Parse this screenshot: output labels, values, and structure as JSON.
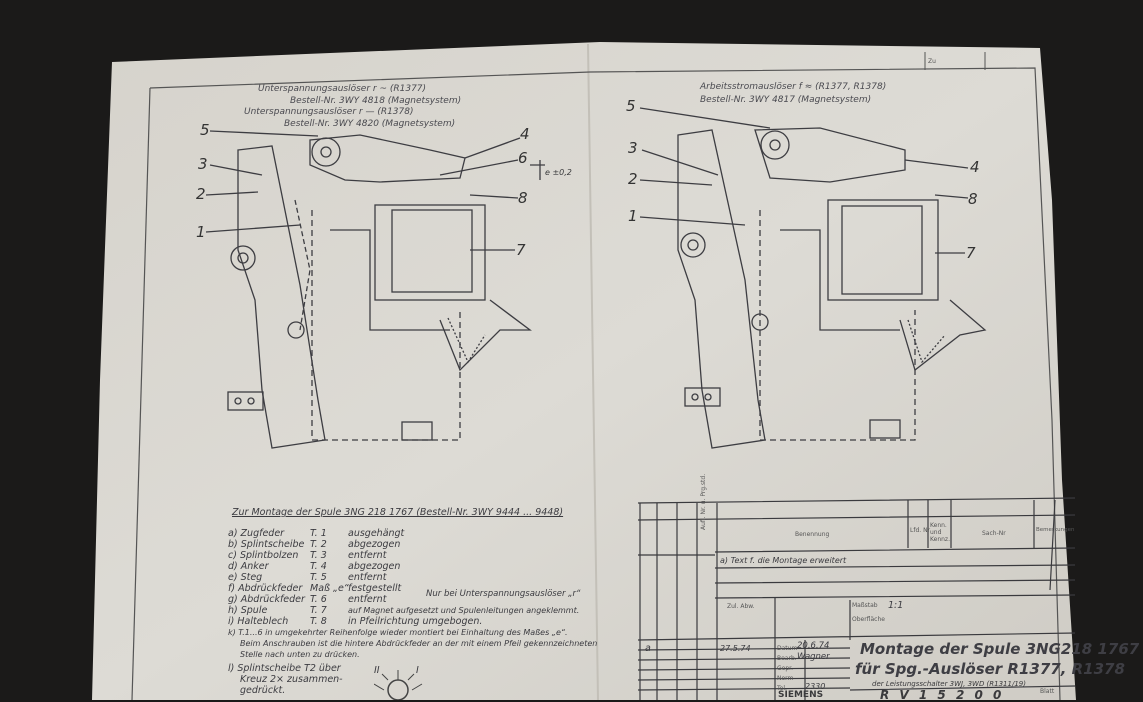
{
  "left_header": {
    "line1": "Unterspannungsauslöser r ~ (R1377)",
    "line2": "Bestell-Nr. 3WY 4818 (Magnetsystem)",
    "line3": "Unterspannungsauslöser r — (R1378)",
    "line4": "Bestell-Nr. 3WY 4820 (Magnetsystem)"
  },
  "right_header": {
    "line1": "Arbeitsstromauslöser f ≈ (R1377, R1378)",
    "line2": "Bestell-Nr. 3WY 4817 (Magnetsystem)"
  },
  "left_labels": {
    "p5": "5",
    "p3": "3",
    "p2": "2",
    "p1": "1",
    "p4": "4",
    "p6": "6",
    "p8": "8",
    "p7": "7",
    "dim": "e ±0,2"
  },
  "right_labels": {
    "p5": "5",
    "p3": "3",
    "p2": "2",
    "p1": "1",
    "p4": "4",
    "p8": "8",
    "p7": "7"
  },
  "instructions": {
    "title": "Zur Montage der Spule 3NG 218 1767 (Bestell-Nr. 3WY 9444 ... 9448)",
    "steps": [
      {
        "item": "a) Zugfeder",
        "part": "T. 1",
        "action": "ausgehängt"
      },
      {
        "item": "b) Splintscheibe",
        "part": "T. 2",
        "action": "abgezogen"
      },
      {
        "item": "c) Splintbolzen",
        "part": "T. 3",
        "action": "entfernt"
      },
      {
        "item": "d) Anker",
        "part": "T. 4",
        "action": "abgezogen"
      },
      {
        "item": "e) Steg",
        "part": "T. 5",
        "action": "entfernt"
      },
      {
        "item": "f) Abdrückfeder",
        "part": "Maß „e“",
        "action": "festgestellt"
      },
      {
        "item": "g) Abdrückfeder",
        "part": "T. 6",
        "action": "entfernt"
      },
      {
        "item": "h) Spule",
        "part": "T. 7",
        "action": "auf Magnet aufgesetzt und Spulenleitungen angeklemmt."
      },
      {
        "item": "i) Halteblech",
        "part": "T. 8",
        "action": "in Pfeilrichtung umgebogen."
      }
    ],
    "bracket_note": "Nur bei Unterspannungsauslöser „r“",
    "k1": "k) T.1...6 in umgekehrter Reihenfolge wieder montiert bei Einhaltung des Maßes „e“.",
    "k2": "Beim Anschrauben ist die hintere Abdrückfeder an der mit einem Pfeil gekennzeichneten",
    "k3": "Stelle nach unten zu drücken.",
    "l1": "l) Splintscheibe T2 über",
    "l2": "Kreuz 2× zusammen-",
    "l3": "gedrückt.",
    "roman_2": "II",
    "roman_1": "I"
  },
  "title_block": {
    "col_aufl": "Aufl. Nr. u. Prg.std.",
    "col_benennung": "Benennung",
    "col_lfd": "Lfd. Nr",
    "col_kenn": "Kenn. und Kennz.",
    "col_sach": "Sach-Nr",
    "col_bem": "Bemerkungen",
    "change_note": "a) Text f. die Montage erweitert",
    "zul_abw": "Zul. Abw.",
    "massstab_label": "Maßstab",
    "massstab": "1:1",
    "oberflaeche": "Oberfläche",
    "rev": "a",
    "rev_date": "27.5.74",
    "datum_label": "Datum",
    "datum": "20.6.74",
    "bearb_label": "Bearb.",
    "bearb": "Wagner",
    "gepr_label": "Gepr.",
    "norm_label": "Norm",
    "tel_label": "Tel.",
    "tel": "2330",
    "title1": "Montage der Spule 3NG218 1767",
    "title2": "für Spg.-Auslöser R1377, R1378",
    "title3": "der Leistungsschalter 3WJ, 3WD (R1311/19)",
    "company": "SIEMENS",
    "drawing_no": "R V 1 5 2 0 0",
    "blatt": "Blatt",
    "zu": "Zu"
  },
  "colors": {
    "paper": "#dcdad3",
    "ink": "#3a3a40",
    "background": "#1b1a19"
  }
}
